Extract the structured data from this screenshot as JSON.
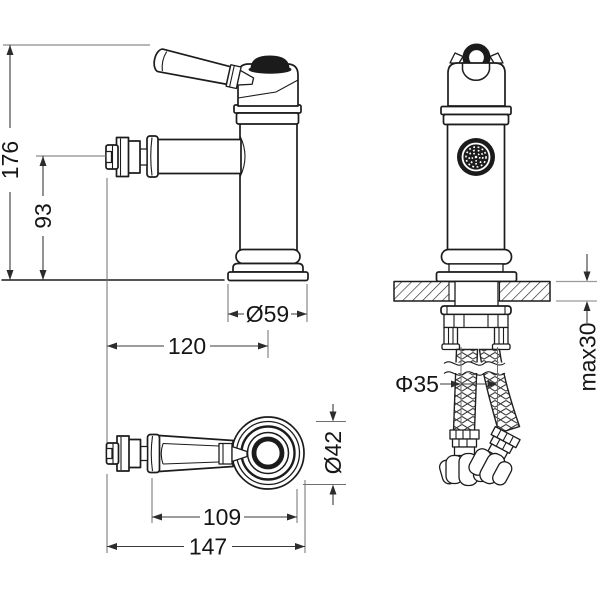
{
  "drawing": {
    "subject": "bidet-mixer-faucet-dimensional-drawing",
    "colors": {
      "line": "#1c1c1c",
      "dimension": "#3a3a3a",
      "text": "#161616",
      "background": "#ffffff"
    },
    "dimensions": {
      "total_height": "176",
      "spout_height": "93",
      "base_diameter": "Ø59",
      "depth": "120",
      "hole_diameter": "Φ35",
      "deck_thickness": "max30",
      "body_diameter": "Ø42",
      "spout_reach": "109",
      "overall_length": "147"
    }
  }
}
